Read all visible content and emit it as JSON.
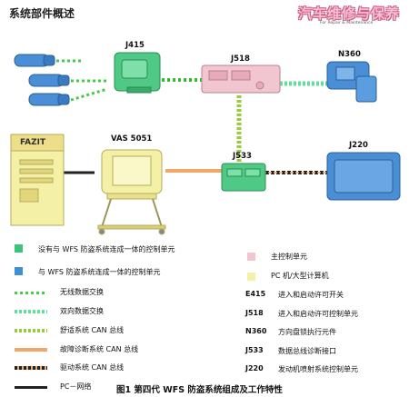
{
  "title": "系统部件概述",
  "logo": {
    "main": "汽车维修与保养",
    "sub": "For Repair & Maintenance"
  },
  "components": {
    "j415": "J415",
    "j518": "J518",
    "n360": "N360",
    "vas": "VAS 5051",
    "j533": "J533",
    "j220": "J220",
    "pc_brand": "FAZIT"
  },
  "legend_left": [
    {
      "key": "ctrl_integrated",
      "text": "没有与 WFS 防盗系统连成一体的控制单元",
      "color": "#3cc47a"
    },
    {
      "key": "ctrl_not_integrated",
      "text": "与 WFS 防盗系统连成一体的控制单元",
      "color": "#3f8fd6"
    },
    {
      "key": "wireless",
      "text": "无线数据交换",
      "color": "#44cc44"
    },
    {
      "key": "bidirectional",
      "text": "双向数据交换",
      "color": "#5fe09a"
    },
    {
      "key": "comfort_can",
      "text": "舒适系统 CAN 总线",
      "color": "#9acb3f"
    },
    {
      "key": "diag_can",
      "text": "故障诊断系统 CAN 总线",
      "color": "#f2a766"
    },
    {
      "key": "drive_can",
      "text": "驱动系统 CAN 总线",
      "color": "#222222"
    },
    {
      "key": "pc_network",
      "text": "PC－网络",
      "color": "#222222"
    }
  ],
  "legend_right": [
    {
      "key": "master",
      "text": "主控制单元",
      "color": "#f2c6d0"
    },
    {
      "key": "pc",
      "text": "PC 机/大型计算机",
      "color": "#f4f0a6"
    },
    {
      "code": "E415",
      "text": "进入和启动许可开关"
    },
    {
      "code": "J518",
      "text": "进入和启动许可控制单元"
    },
    {
      "code": "N360",
      "text": "方向盘锁执行元件"
    },
    {
      "code": "J533",
      "text": "数据总线诊断接口"
    },
    {
      "code": "J220",
      "text": "发动机喷射系统控制单元"
    }
  ],
  "caption": "图1 第四代 WFS 防盗系统组成及工作特性"
}
